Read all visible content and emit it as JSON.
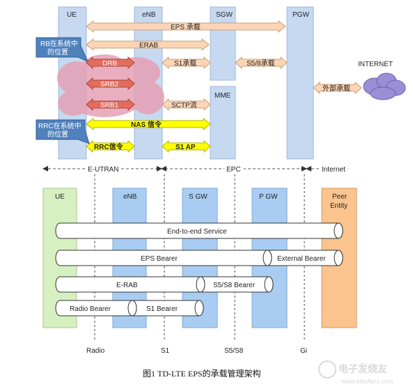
{
  "top": {
    "nodes": {
      "ue": "UE",
      "enb": "eNB",
      "sgw": "SGW",
      "pgw": "PGW",
      "mme": "MME",
      "internet": "INTERNET"
    },
    "callouts": {
      "rb": [
        "RB在系统中",
        "的位置"
      ],
      "rrc": [
        "RRC在系统中",
        "的位置"
      ]
    },
    "arrows": {
      "eps": "EPS 承载",
      "erab": "ERAB",
      "drb": "DRB",
      "s1": "S1承载",
      "s58": "S5/8承载",
      "ext": "外部承载",
      "srb2": "SRB2",
      "srb1": "SRB1",
      "sctp": "SCTP流",
      "nas": "NAS 信令",
      "rrc": "RRC信令",
      "s1ap": "S1 AP"
    },
    "domains": {
      "eutran": "E-UTRAN",
      "epc": "EPC",
      "internet": "Internet"
    }
  },
  "bottom": {
    "nodes": {
      "ue": "UE",
      "enb": "eNB",
      "sgw": "S GW",
      "pgw": "P GW",
      "peer": [
        "Peer",
        "Entity"
      ]
    },
    "bearers": {
      "e2e": "End-to-end Service",
      "eps": "EPS Bearer",
      "ext": "External Bearer",
      "erab": "E-RAB",
      "s58": "S5/S8 Bearer",
      "radio": "Radio Bearer",
      "s1": "S1 Bearer"
    },
    "interfaces": {
      "radio": "Radio",
      "s1": "S1",
      "s58": "S5/S8",
      "gi": "Gi"
    }
  },
  "caption": "图1 TD-LTE EPS的承载管理架构",
  "watermark": "电子发烧友",
  "watermark_url": "www.elecfans.com",
  "colors": {
    "column": "#c6d9f1",
    "arrow_orange": "#fbd5b5",
    "arrow_red": "#e46c5c",
    "arrow_yellow": "#ffff00",
    "callout": "#4f81bd",
    "cloud": "#e6a0b4",
    "ue_green": "#d7f0c2",
    "blue": "#a9cdf2",
    "peer": "#fbc38d"
  }
}
